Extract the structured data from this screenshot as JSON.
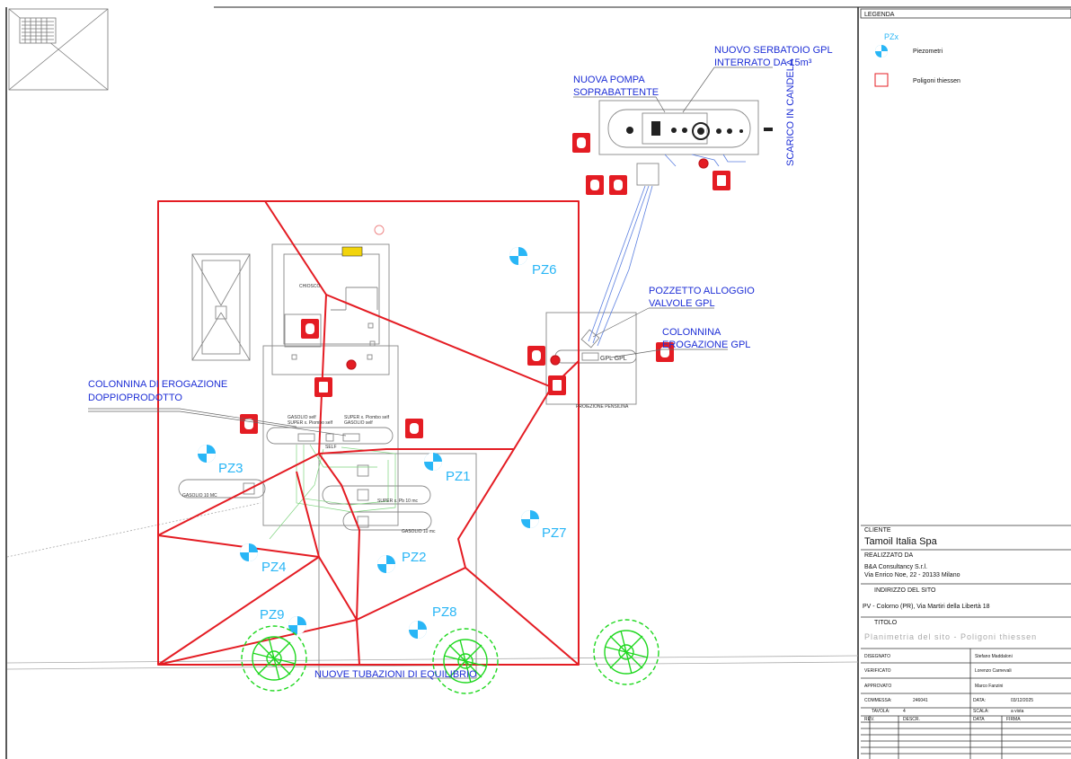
{
  "drawing": {
    "annotations": {
      "new_tank": [
        "NUOVO SERBATOIO GPL",
        "INTERRATO DA 15m³"
      ],
      "new_pump": [
        "NUOVA POMPA",
        "SOPRABATTENTE"
      ],
      "discharge": "SCARICO IN CANDELA",
      "valve_pit": [
        "POZZETTO ALLOGGIO",
        "VALVOLE GPL"
      ],
      "lpg_dispenser": [
        "COLONNINA",
        "EROGAZIONE GPL"
      ],
      "dual_dispenser": [
        "COLONNINA DI EROGAZIONE",
        "DOPPIOPRODOTTO"
      ],
      "equalization": "NUOVE TUBAZIONI DI EQUILIBRIO"
    },
    "small_labels": {
      "kiosk": "CHIOSCO",
      "dispenser_left_1": "GASOLIO self",
      "dispenser_left_2": "SUPER x. Piombo self",
      "dispenser_right_1": "SUPER x. Piombo self",
      "dispenser_right_2": "GASOLIO self",
      "self": "SELF",
      "tank_gasolio_left": "GASOLIO 10 MC",
      "tank_super": "SUPER x. Pb 10 mc",
      "tank_gasolio": "GASOLIO 10 mc",
      "gpl_island": "GPL GPL",
      "canopy": "PROIEZIONE PENSILINA"
    },
    "piezometers": [
      "PZ1",
      "PZ2",
      "PZ3",
      "PZ4",
      "PZ6",
      "PZ7",
      "PZ8",
      "PZ9"
    ],
    "colors": {
      "polygon": "#e41c23",
      "piezometer": "#29b6f6",
      "annotation": "#1e2fd6",
      "tree": "#1fd81f",
      "linework": "#888888"
    }
  },
  "legend": {
    "title": "LEGENDA",
    "pz_symbol": "PZx",
    "pz_label": "Piezometri",
    "poly_label": "Poligoni thiessen"
  },
  "titleblock": {
    "client_header": "CLIENTE",
    "client": "Tamoil Italia Spa",
    "made_by_header": "REALIZZATO DA",
    "company": "B&A Consultancy S.r.l.",
    "address": "Via Enrico Noe, 22 - 20133 Milano",
    "site_header": "INDIRIZZO DEL SITO",
    "site": "PV - Colorno (PR), Via Martiri della Libertà 18",
    "title_header": "TITOLO",
    "title": "Planimetria del sito - Poligoni thiessen",
    "drawn_label": "DISEGNATO",
    "drawn_value": "Stefano Maddaloni",
    "checked_label": "VERIFICATO",
    "checked_value": "Lorenzo Carnevali",
    "approved_label": "APPROVATO",
    "approved_value": "Marco Fanzini",
    "order_label": "COMMESSA:",
    "order_value": "246041",
    "date_label": "DATA:",
    "date_value": "03/12/2025",
    "sheet_label": "TAVOLA:",
    "sheet_value": "4",
    "scale_label": "SCALA:",
    "scale_value": "a vista",
    "rev_label": "REV.",
    "desc_label": "DESCR.",
    "rdate_label": "DATA",
    "sign_label": "FIRMA"
  }
}
